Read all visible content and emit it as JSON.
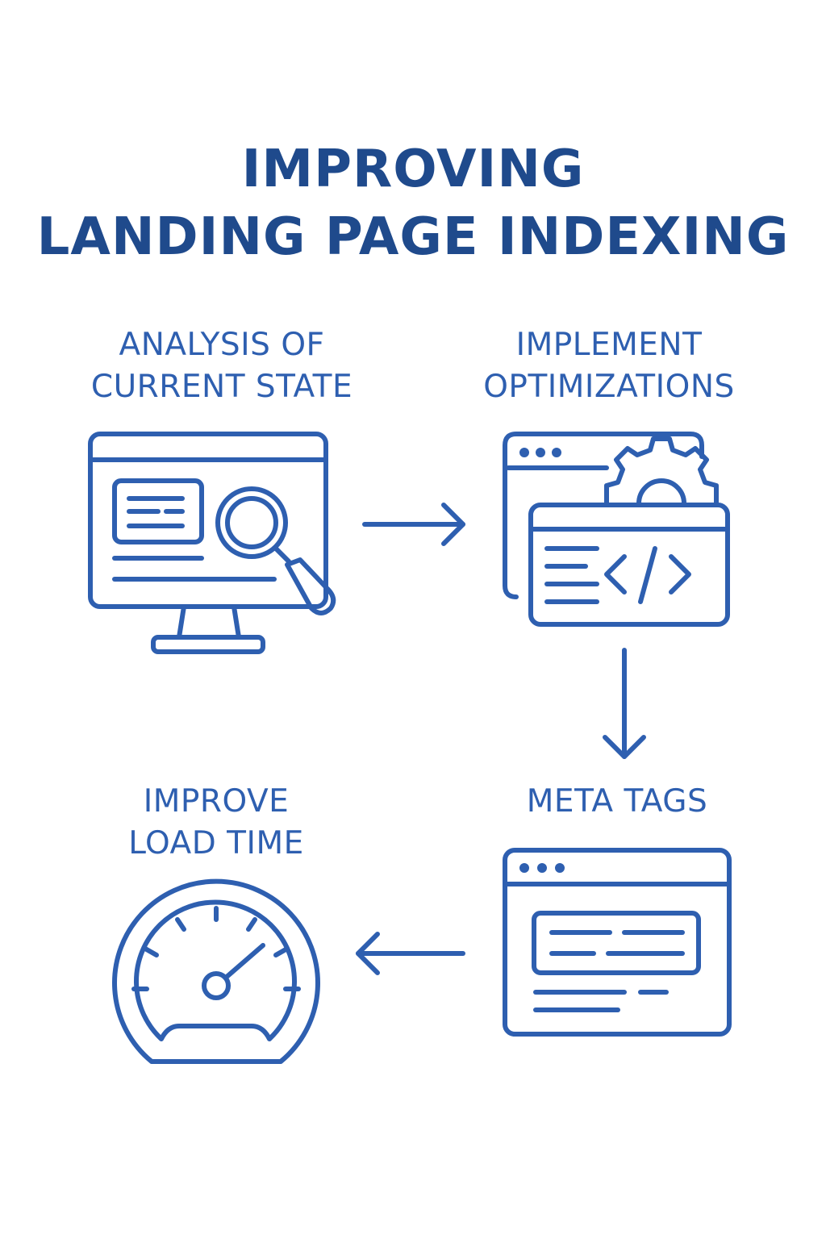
{
  "title": {
    "line1": "IMPROVING",
    "line2": "LANDING PAGE INDEXING"
  },
  "steps": [
    {
      "id": "analysis",
      "line1": "ANALYSIS OF",
      "line2": "CURRENT STATE",
      "icon": "monitor-magnifier-icon"
    },
    {
      "id": "implement",
      "line1": "IMPLEMENT",
      "line2": "OPTIMIZATIONS",
      "icon": "code-window-gear-icon"
    },
    {
      "id": "meta",
      "line1": "META TAGS",
      "icon": "browser-window-icon"
    },
    {
      "id": "load",
      "line1": "IMPROVE",
      "line2": "LOAD TIME",
      "icon": "speedometer-icon"
    }
  ],
  "colors": {
    "title": "#1f4a8c",
    "accent": "#2e5fb0",
    "background": "#ffffff"
  }
}
